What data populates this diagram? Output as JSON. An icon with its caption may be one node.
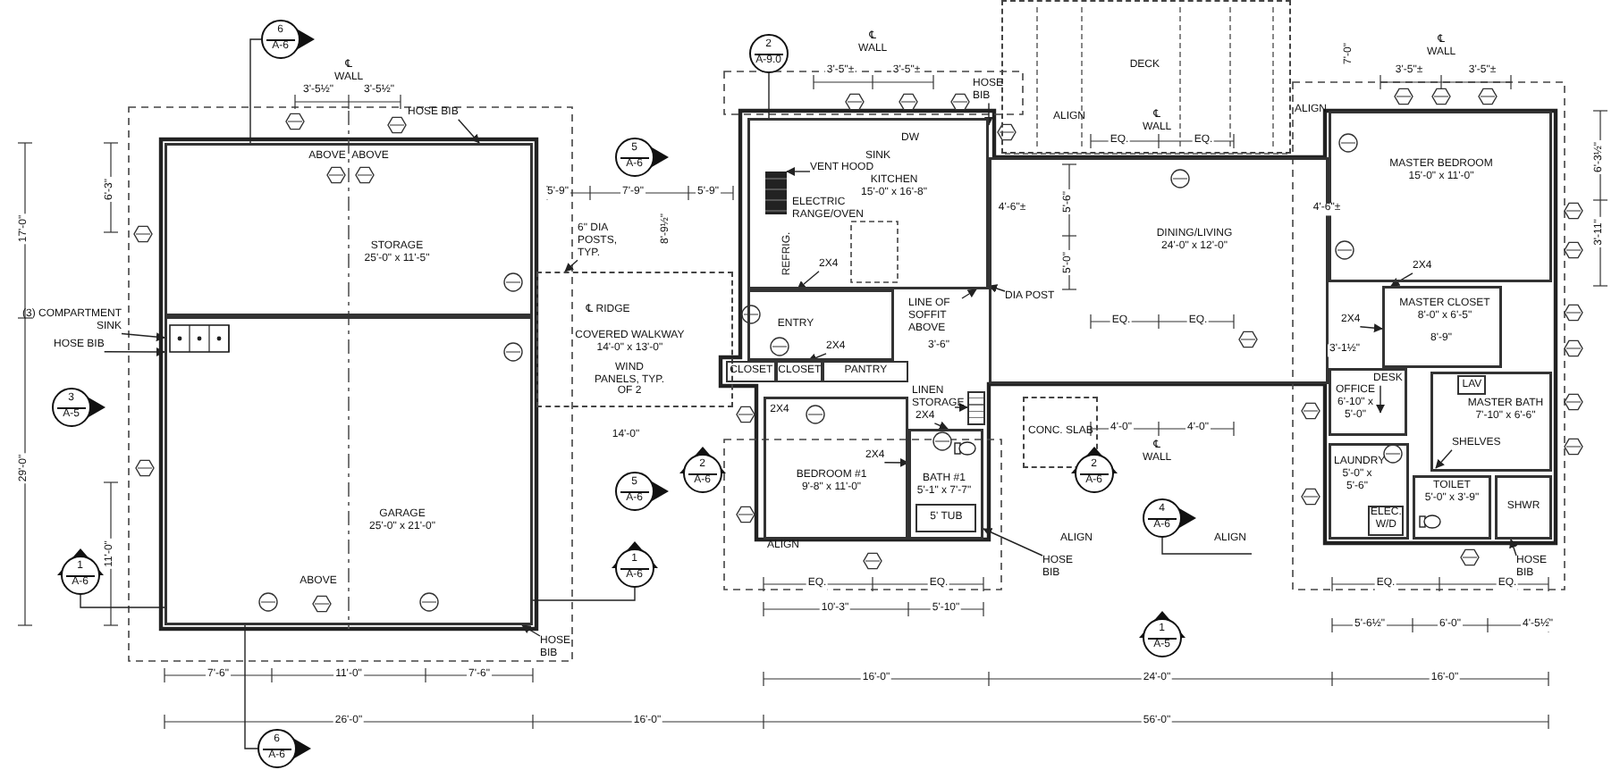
{
  "diagram": {
    "nodes": [
      {
        "text": [
          "STORAGE",
          "25'-0\" x 11'-5\""
        ]
      },
      {
        "text": [
          "GARAGE",
          "25'-0\" x 21'-0\""
        ]
      },
      {
        "text": [
          "COVERED WALKWAY",
          "14'-0\" x 13'-0\""
        ]
      },
      {
        "text": [
          "KITCHEN",
          "15'-0\" x 16'-8\""
        ]
      },
      {
        "text": [
          "ENTRY"
        ]
      },
      {
        "text": [
          "CLOSET"
        ]
      },
      {
        "text": [
          "CLOSET"
        ]
      },
      {
        "text": [
          "PANTRY"
        ]
      },
      {
        "text": [
          "BEDROOM #1",
          "9'-8\" x 11'-0\""
        ]
      },
      {
        "text": [
          "LINEN STORAGE"
        ]
      },
      {
        "text": [
          "BATH #1",
          "5'-1\" x 7'-7\""
        ]
      },
      {
        "text": [
          "5' TUB"
        ],
        "in": 10
      },
      {
        "text": [
          "DECK"
        ]
      },
      {
        "text": [
          "DINING/LIVING",
          "24'-0\" x 12'-0\""
        ]
      },
      {
        "text": [
          "MASTER BEDROOM",
          "15'-0\" x 11'-0\""
        ]
      },
      {
        "text": [
          "MASTER CLOSET",
          "8'-0\" x 6'-5\""
        ]
      },
      {
        "text": [
          "OFFICE",
          "6'-10\" x 5'-0\""
        ]
      },
      {
        "text": [
          "MASTER BATH",
          "7'-10\" x 6'-6\""
        ]
      },
      {
        "text": [
          "LAUNDRY",
          "5'-0\" x 5'-6\""
        ]
      },
      {
        "text": [
          "ELEC. W/D"
        ],
        "in": 18
      },
      {
        "text": [
          "TOILET",
          "5'-0\" x 3'-9\""
        ]
      },
      {
        "text": [
          "SHWR"
        ]
      },
      {
        "text": [
          "CONC. SLAB"
        ]
      },
      {
        "text": [
          "LAV"
        ],
        "in": 17
      },
      {
        "text": [
          "6",
          "A-6"
        ]
      },
      {
        "text": [
          "3",
          "A-5"
        ]
      },
      {
        "text": [
          "1",
          "A-6"
        ]
      },
      {
        "text": [
          "6",
          "A-6"
        ]
      },
      {
        "text": [
          "5",
          "A-6"
        ]
      },
      {
        "text": [
          "5",
          "A-6"
        ]
      },
      {
        "text": [
          "1",
          "A-6"
        ]
      },
      {
        "text": [
          "2",
          "A-6"
        ]
      },
      {
        "text": [
          "2",
          "A-9.0"
        ]
      },
      {
        "text": [
          "2",
          "A-6"
        ]
      },
      {
        "text": [
          "4",
          "A-6"
        ]
      },
      {
        "text": [
          "1",
          "A-5"
        ]
      },
      {
        "text": [
          "(3) COMPARTMENT SINK"
        ]
      },
      {
        "text": [
          "HOSE BIB"
        ]
      },
      {
        "text": [
          "HOSE BIB"
        ]
      },
      {
        "text": [
          "HOSE BIB"
        ]
      },
      {
        "text": [
          "HOSE BIB"
        ]
      },
      {
        "text": [
          "HOSE BIB"
        ]
      },
      {
        "text": [
          "HOSE BIB"
        ]
      },
      {
        "text": [
          "VENT HOOD"
        ],
        "in": 3
      },
      {
        "text": [
          "LINE OF SOFFIT ABOVE"
        ]
      },
      {
        "text": [
          "DIA POST"
        ],
        "in": 13
      },
      {
        "text": [
          "6\" DIA POSTS, TYP."
        ]
      },
      {
        "text": [
          "2X4"
        ],
        "in": 3
      },
      {
        "text": [
          "2X4"
        ],
        "in": 14
      },
      {
        "text": [
          "2X4"
        ],
        "in": 8
      },
      {
        "text": [
          "SHELVES"
        ],
        "in": 17
      },
      {
        "text": [
          "DESK"
        ],
        "in": 16
      },
      {
        "text": [
          "2X4"
        ]
      },
      {
        "text": [
          "2X4"
        ],
        "in": 4
      },
      {
        "text": [
          "2X4"
        ]
      },
      {
        "text": [],
        "shape": "box",
        "in": 3
      },
      {
        "text": [],
        "shape": "box"
      }
    ],
    "edges": [
      {
        "from": 9,
        "to": 56,
        "arrow": "to"
      },
      {
        "from": 36,
        "to": 1,
        "arrow": "to"
      },
      {
        "from": 37,
        "to": 1,
        "arrow": "to"
      },
      {
        "from": 38,
        "to": 0,
        "arrow": "to"
      },
      {
        "from": 39,
        "to": 1,
        "arrow": "to"
      },
      {
        "from": 40,
        "to": 3,
        "arrow": "to"
      },
      {
        "from": 41,
        "to": 10,
        "arrow": "to"
      },
      {
        "from": 42,
        "to": 21,
        "arrow": "to"
      },
      {
        "from": 43,
        "to": 55,
        "arrow": "to"
      },
      {
        "from": 44,
        "to": 3,
        "arrow": "to"
      },
      {
        "from": 45,
        "to": 3,
        "arrow": "to"
      },
      {
        "from": 46,
        "to": 2,
        "arrow": "to"
      },
      {
        "from": 47,
        "to": 4,
        "arrow": "to"
      },
      {
        "from": 48,
        "to": 15,
        "arrow": "to"
      },
      {
        "from": 49,
        "to": 8,
        "arrow": "to"
      },
      {
        "from": 50,
        "to": null,
        "arrow": "to"
      },
      {
        "from": 51,
        "to": null,
        "arrow": "to"
      },
      {
        "from": 52,
        "to": 15,
        "arrow": "to"
      },
      {
        "from": 53,
        "to": 6,
        "arrow": "to"
      },
      {
        "from": 54,
        "to": 10,
        "arrow": "to"
      },
      {
        "from": 24,
        "to": 0,
        "arrow": "none"
      },
      {
        "from": 27,
        "to": 1,
        "arrow": "none"
      },
      {
        "from": 26,
        "to": 1,
        "arrow": "none"
      },
      {
        "from": 30,
        "to": 1,
        "arrow": "none"
      },
      {
        "from": 32,
        "to": 3,
        "arrow": "none"
      }
    ],
    "labels": [
      "℄ WALL",
      "3'-5½\"",
      "3'-5½\"",
      "ABOVE",
      "ABOVE",
      "6'-3\"",
      "17'-0\"",
      "29'-0\"",
      "11'-0\"",
      "ABOVE",
      "7'-6\"",
      "11'-0\"",
      "7'-6\"",
      "26'-0\"",
      "5'-9\"",
      "7'-9\"",
      "5'-9\"",
      "℄ RIDGE",
      "WIND PANELS, TYP. OF 2",
      "14'-0\"",
      "℄ WALL",
      "3'-5\"±",
      "3'-5\"±",
      "SINK",
      "DW",
      "ELECTRIC RANGE/OVEN",
      "REFRIG.",
      "4'-6\"±",
      "5'-6\"",
      "5'-0\"",
      "3'-6\"",
      "ALIGN",
      "EQ.",
      "℄ WALL",
      "EQ.",
      "ALIGN",
      "7'-0\"",
      "℄ WALL",
      "3'-5\"±",
      "3'-5\"±",
      "4'-6\"±",
      "6'-3½\"",
      "3'-11\"",
      "EQ.",
      "EQ.",
      "3'-1½\"",
      "8'-9\"",
      "4'-0\"",
      "4'-0\"",
      "℄ WALL",
      "ALIGN",
      "ALIGN",
      "ALIGN",
      "EQ.",
      "EQ.",
      "10'-3\"",
      "5'-10\"",
      "16'-0\"",
      "16'-0\"",
      "24'-0\"",
      "56'-0\"",
      "16'-0\"",
      "EQ.",
      "EQ.",
      "5'-6½\"",
      "6'-0\"",
      "4'-5½\"",
      "2X4",
      "8'-9½\""
    ]
  }
}
